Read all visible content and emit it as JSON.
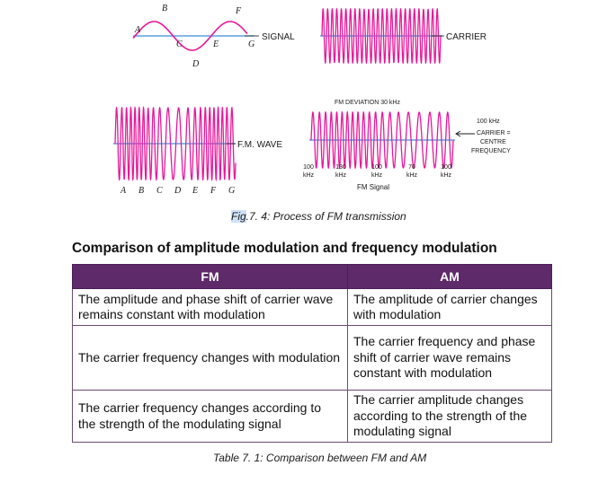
{
  "figure": {
    "signal_label": "SIGNAL",
    "carrier_label": "CARRIER",
    "fm_wave_label": "F.M. WAVE",
    "fm_deviation_label": "FM DEVIATION 30 kHz",
    "fm_signal_label": "FM Signal",
    "center_note": [
      "100 kHz",
      "CARRIER =",
      "CENTRE",
      "FREQUENCY"
    ],
    "signal_points": [
      "A",
      "B",
      "C",
      "D",
      "E",
      "F",
      "G"
    ],
    "wave_axis_letters": [
      "A",
      "B",
      "C",
      "D",
      "E",
      "F",
      "G"
    ],
    "freq_ticks": [
      {
        "value": "100",
        "unit": "kHz"
      },
      {
        "value": "130",
        "unit": "kHz"
      },
      {
        "value": "100",
        "unit": "kHz"
      },
      {
        "value": "70",
        "unit": "kHz"
      },
      {
        "value": "100",
        "unit": "kHz"
      }
    ],
    "wave_color": "#e8189a",
    "axis_color": "#3a8fd8"
  },
  "figure_caption": {
    "prefix": "Fig",
    "rest": ".7. 4: Process of FM transmission"
  },
  "section_heading": "Comparison of amplitude modulation and frequency modulation",
  "table": {
    "headers": [
      "FM",
      "AM"
    ],
    "header_color": "#5e2a69",
    "rows": [
      [
        "The amplitude and phase shift of carrier wave remains constant with modulation",
        "The amplitude of carrier changes with modulation"
      ],
      [
        "The carrier frequency changes with modulation",
        "The carrier frequency and phase shift of carrier wave remains constant with modulation"
      ],
      [
        "The carrier frequency changes according to the strength of the modulating signal",
        "The carrier amplitude changes according to the strength of the modulating signal"
      ]
    ]
  },
  "table_caption": "Table 7. 1: Comparison between FM and AM"
}
